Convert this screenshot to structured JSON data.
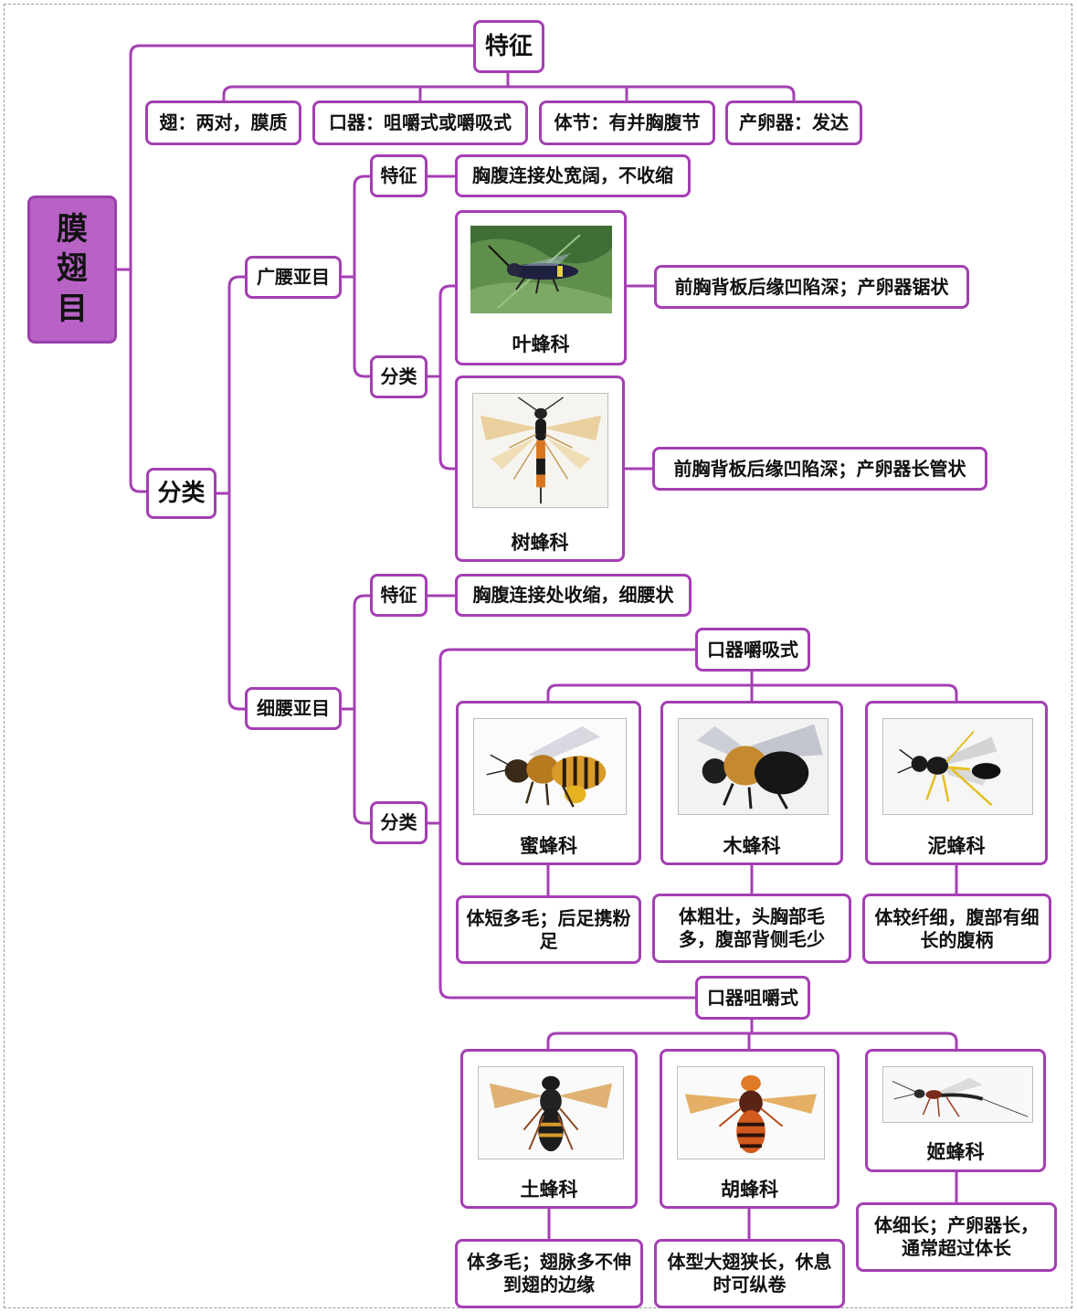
{
  "root": {
    "chars": [
      "膜",
      "翅",
      "目"
    ]
  },
  "features": {
    "label": "特征",
    "items": [
      "翅：两对，膜质",
      "口器：咀嚼式或嚼吸式",
      "体节：有并胸腹节",
      "产卵器：发达"
    ]
  },
  "classification": {
    "label": "分类",
    "broad_waist": {
      "label": "广腰亚目",
      "feature_label": "特征",
      "feature_text": "胸腹连接处宽阔，不收缩",
      "class_label": "分类",
      "families": [
        {
          "name": "叶蜂科",
          "desc": "前胸背板后缘凹陷深；产卵器锯状"
        },
        {
          "name": "树蜂科",
          "desc": "前胸背板后缘凹陷深；产卵器长管状"
        }
      ]
    },
    "narrow_waist": {
      "label": "细腰亚目",
      "feature_label": "特征",
      "feature_text": "胸腹连接处收缩，细腰状",
      "class_label": "分类",
      "chewing_lapping": {
        "label": "口器嚼吸式",
        "families": [
          {
            "name": "蜜蜂科",
            "desc": "体短多毛；后足携粉足"
          },
          {
            "name": "木蜂科",
            "desc": "体粗壮，头胸部毛多，腹部背侧毛少"
          },
          {
            "name": "泥蜂科",
            "desc": "体较纤细，腹部有细长的腹柄"
          }
        ]
      },
      "chewing": {
        "label": "口器咀嚼式",
        "families": [
          {
            "name": "土蜂科",
            "desc": "体多毛；翅脉多不伸到翅的边缘"
          },
          {
            "name": "胡蜂科",
            "desc": "体型大翅狭长，休息时可纵卷"
          },
          {
            "name": "姬蜂科",
            "desc": "体细长；产卵器长，通常超过体长"
          }
        ]
      }
    }
  },
  "colors": {
    "connector": "#a43fb3",
    "root_fill": "#b862c6"
  }
}
